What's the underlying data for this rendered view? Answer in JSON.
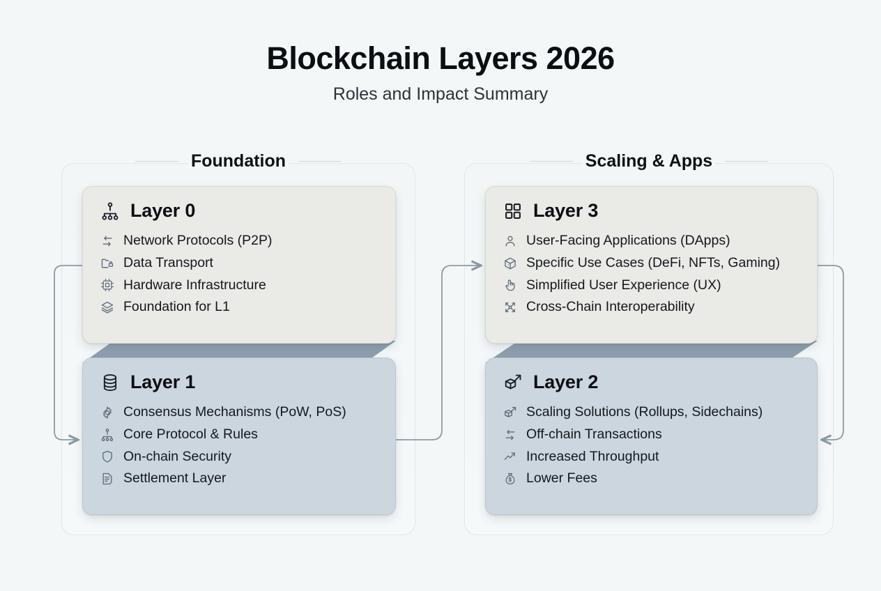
{
  "header": {
    "title": "Blockchain Layers 2026",
    "subtitle": "Roles and Impact Summary"
  },
  "groups": [
    {
      "id": "foundation",
      "label": "Foundation"
    },
    {
      "id": "scaling",
      "label": "Scaling & Apps"
    }
  ],
  "cards": [
    {
      "id": "layer0",
      "title": "Layer 0",
      "tone": "light",
      "icon": "sitemap-icon",
      "items": [
        {
          "icon": "arrows-swap-icon",
          "label": "Network Protocols (P2P)"
        },
        {
          "icon": "folder-lock-icon",
          "label": "Data Transport"
        },
        {
          "icon": "cpu-chip-icon",
          "label": "Hardware Infrastructure"
        },
        {
          "icon": "layers-stack-icon",
          "label": "Foundation for L1"
        }
      ]
    },
    {
      "id": "layer1",
      "title": "Layer 1",
      "tone": "blue",
      "icon": "database-icon",
      "items": [
        {
          "icon": "gear-icon",
          "label": "Consensus Mechanisms (PoW, PoS)"
        },
        {
          "icon": "sitemap-icon",
          "label": "Core Protocol & Rules"
        },
        {
          "icon": "shield-icon",
          "label": "On-chain Security"
        },
        {
          "icon": "document-icon",
          "label": "Settlement Layer"
        }
      ]
    },
    {
      "id": "layer3",
      "title": "Layer 3",
      "tone": "light",
      "icon": "grid-squares-icon",
      "items": [
        {
          "icon": "user-icon",
          "label": "User-Facing Applications (DApps)"
        },
        {
          "icon": "box-3d-icon",
          "label": "Specific Use Cases (DeFi, NFTs, Gaming)"
        },
        {
          "icon": "pointer-hand-icon",
          "label": "Simplified User Experience (UX)"
        },
        {
          "icon": "expand-arrows-icon",
          "label": "Cross-Chain Interoperability"
        }
      ]
    },
    {
      "id": "layer2",
      "title": "Layer 2",
      "tone": "blue",
      "icon": "box-arrow-up-right-icon",
      "items": [
        {
          "icon": "box-arrow-up-right-icon",
          "label": "Scaling Solutions (Rollups, Sidechains)"
        },
        {
          "icon": "arrows-swap-icon",
          "label": "Off-chain Transactions"
        },
        {
          "icon": "trending-up-icon",
          "label": "Increased Throughput"
        },
        {
          "icon": "money-bag-icon",
          "label": "Lower Fees"
        }
      ]
    }
  ],
  "connectors": [
    {
      "id": "layer0-to-layer1",
      "from": "layer0",
      "to": "layer1",
      "side": "left"
    },
    {
      "id": "layer1-to-layer3",
      "from": "layer1",
      "to": "layer3",
      "side": "middle"
    },
    {
      "id": "layer3-to-layer2",
      "from": "layer3",
      "to": "layer2",
      "side": "right"
    }
  ],
  "colors": {
    "page_background": "#f4f7f8",
    "card_light": "#eaeae7",
    "card_blue": "#ccd6de",
    "fold": "#8fa0b0",
    "connector": "#8c9aa6",
    "text": "#0b0e12"
  }
}
